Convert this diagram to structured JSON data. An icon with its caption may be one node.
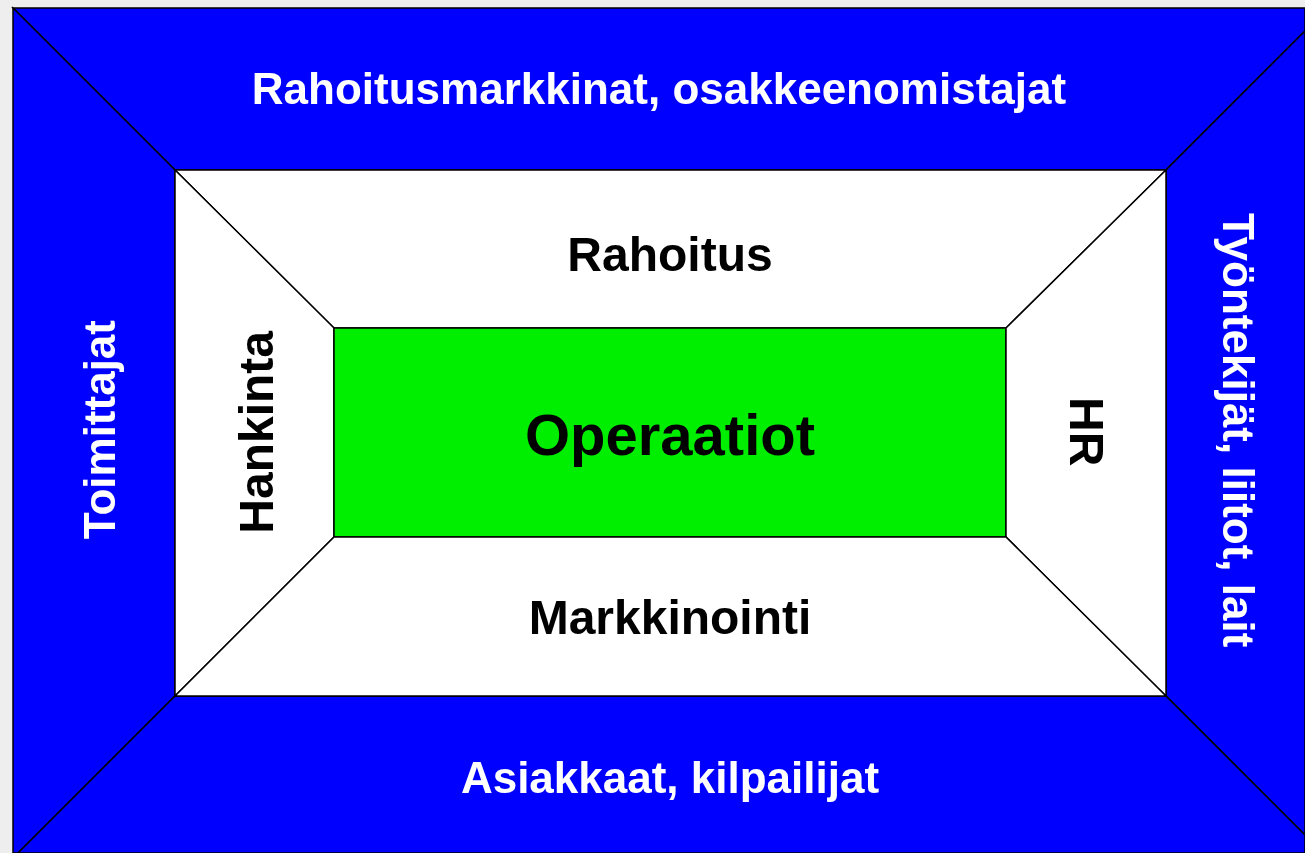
{
  "diagram": {
    "nodes": [
      {
        "text": [
          "Rahoitusmarkkinat, osakkeenomistajat"
        ]
      },
      {
        "text": [
          "Toimittajat"
        ]
      },
      {
        "text": [
          "Työntekijät, liitot, lait"
        ]
      },
      {
        "text": [
          "Asiakkaat, kilpailijat"
        ]
      },
      {
        "text": [
          "Rahoitus"
        ]
      },
      {
        "text": [
          "Hankinta"
        ]
      },
      {
        "text": [
          "Operaatiot"
        ]
      },
      {
        "text": [
          "HR"
        ]
      },
      {
        "text": [
          "Markkinointi"
        ]
      }
    ]
  }
}
